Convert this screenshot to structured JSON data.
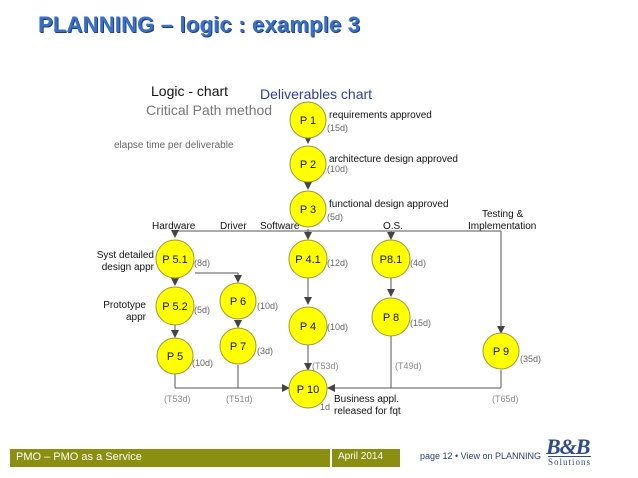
{
  "slide": {
    "title": "PLANNING – logic : example 3"
  },
  "headings": {
    "logic_chart": "Logic - chart",
    "critical_path": "Critical Path method",
    "deliverables_chart": "Deliverables chart",
    "elapse_time": "elapse time per deliverable"
  },
  "columns": {
    "hardware": "Hardware",
    "driver": "Driver",
    "software": "Software",
    "os": "O.S.",
    "testing_line1": "Testing &",
    "testing_line2": "Implementation"
  },
  "nodes": [
    {
      "id": "p1",
      "label": "P 1",
      "duration": "(15d)"
    },
    {
      "id": "p2",
      "label": "P 2",
      "duration": "(10d)"
    },
    {
      "id": "p3",
      "label": "P 3",
      "duration": "(5d)"
    },
    {
      "id": "p51",
      "label": "P 5.1",
      "duration": "(8d)"
    },
    {
      "id": "p41",
      "label": "P 4.1",
      "duration": "(12d)"
    },
    {
      "id": "p81",
      "label": "P8.1",
      "duration": "(4d)"
    },
    {
      "id": "p6",
      "label": "P 6",
      "duration": "(10d)"
    },
    {
      "id": "p52",
      "label": "P 5.2",
      "duration": "(5d)"
    },
    {
      "id": "p4",
      "label": "P 4",
      "duration": "(10d)"
    },
    {
      "id": "p8",
      "label": "P 8",
      "duration": "(15d)"
    },
    {
      "id": "p7",
      "label": "P 7",
      "duration": "(3d)"
    },
    {
      "id": "p5",
      "label": "P 5",
      "duration": "(10d)"
    },
    {
      "id": "p9",
      "label": "P 9",
      "duration": "(35d)"
    },
    {
      "id": "p10",
      "label": "P 10",
      "duration": "1d"
    }
  ],
  "descriptions": {
    "p1": "requirements approved",
    "p2": "architecture design approved",
    "p3": "functional design approved",
    "p51_line1": "Syst detailed",
    "p51_line2": "design appr",
    "p52_line1": "Prototype",
    "p52_line2": "appr",
    "p10_line1": "Business appl.",
    "p10_line2": "released for fqt"
  },
  "totals": {
    "t53_left": "(T53d)",
    "t51": "(T51d)",
    "t53_mid": "(T53d)",
    "t49": "(T49d)",
    "t65": "(T65d)"
  },
  "footer": {
    "service": "PMO – PMO as a Service",
    "date": "April 2014",
    "page": "page 12 • View on PLANNING",
    "logo_main": "B&B",
    "logo_sub": "Solutions"
  },
  "colors": {
    "node_fill": "#ffff00",
    "node_stroke": "#9a9a40",
    "title": "#3a6fc9",
    "footer_bar": "#8a8f12"
  }
}
